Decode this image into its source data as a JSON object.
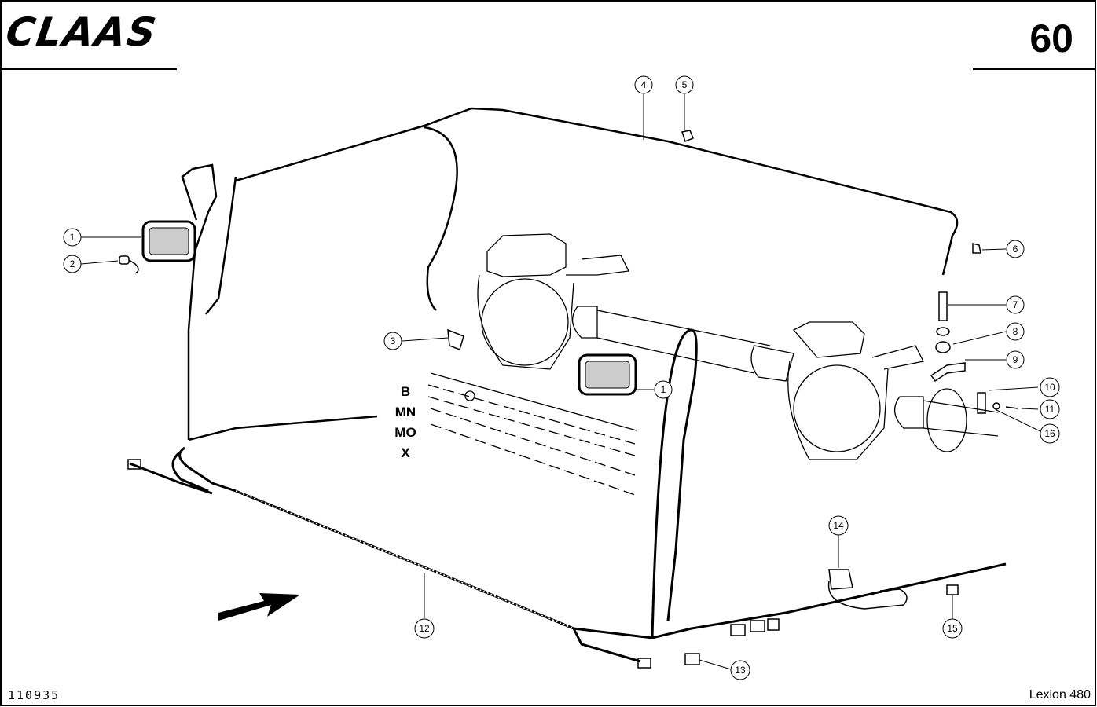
{
  "header": {
    "logo": "CLAAS",
    "page_number": "60"
  },
  "footer": {
    "drawing_number": "110935",
    "model": "Lexion 480"
  },
  "variant_codes": [
    "B",
    "MN",
    "MO",
    "X"
  ],
  "callouts": [
    "1",
    "2",
    "3",
    "4",
    "5",
    "6",
    "7",
    "8",
    "9",
    "10",
    "11",
    "12",
    "13",
    "14",
    "15",
    "16",
    "1"
  ]
}
